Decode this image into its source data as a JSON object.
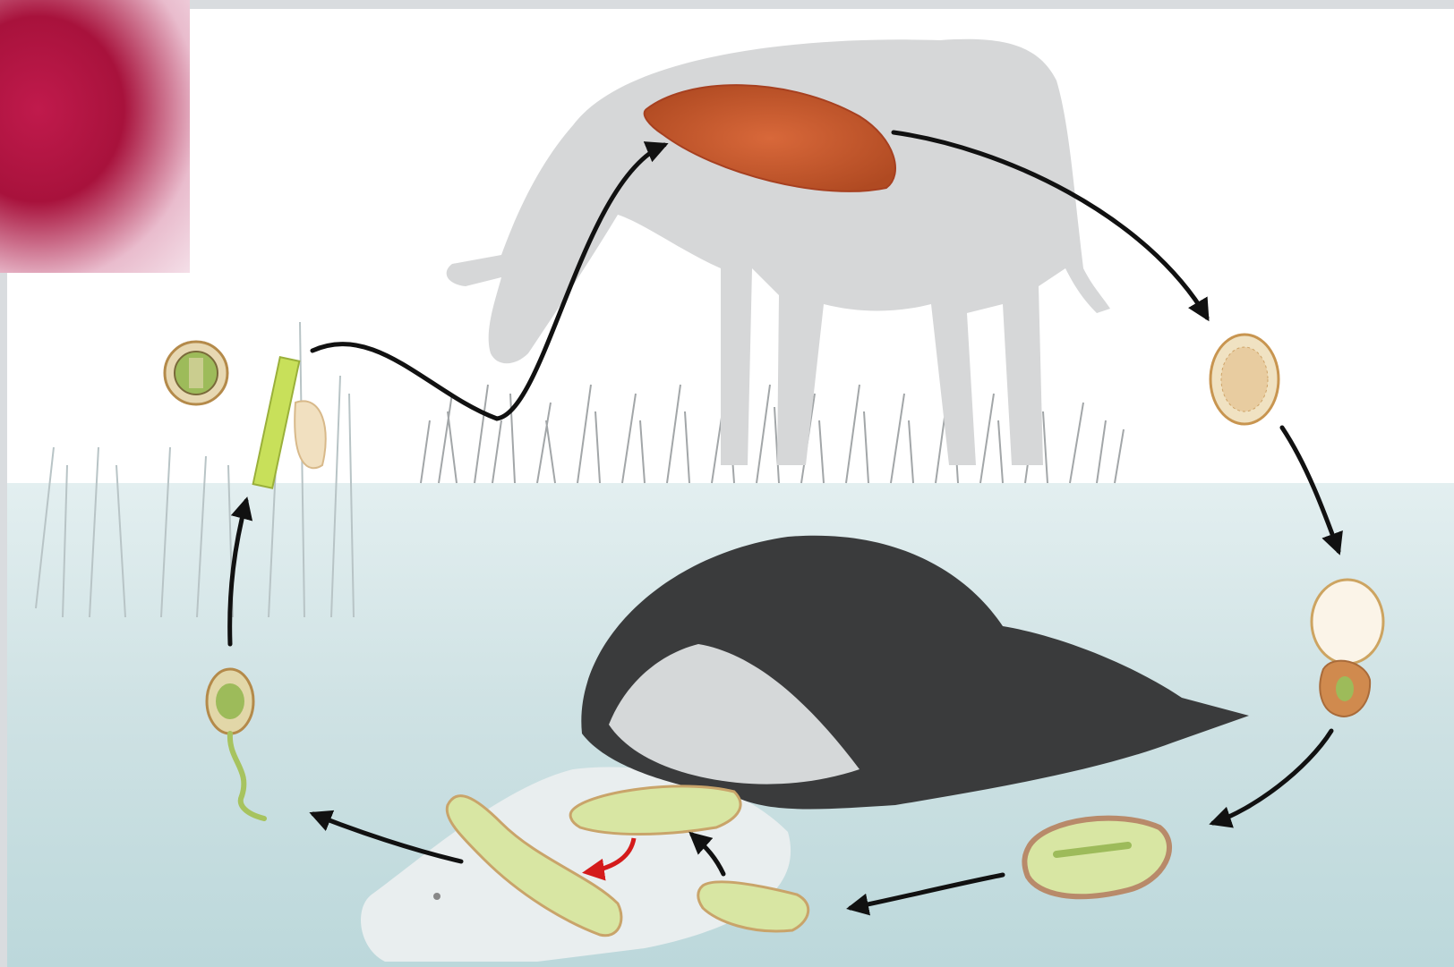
{
  "figure": {
    "subject": "liver-fluke-life-cycle",
    "stages": [
      "adult-fluke",
      "egg",
      "miracidium",
      "sporocyst",
      "redia",
      "redia-daughter",
      "cercaria",
      "metacercaria",
      "snail-host",
      "cattle-host"
    ],
    "colors": {
      "water": "#cfe2e4",
      "cow": "#d6d7d8",
      "grass": "#9c9fa1",
      "snail_shell": "#3a3b3c",
      "fluke": "#c9582a",
      "larva_fill": "#d8e6a3",
      "larva_outline": "#c9a46a",
      "arrow": "#111111",
      "red_arrow": "#d41b1b",
      "photo": "#b0153f"
    }
  }
}
